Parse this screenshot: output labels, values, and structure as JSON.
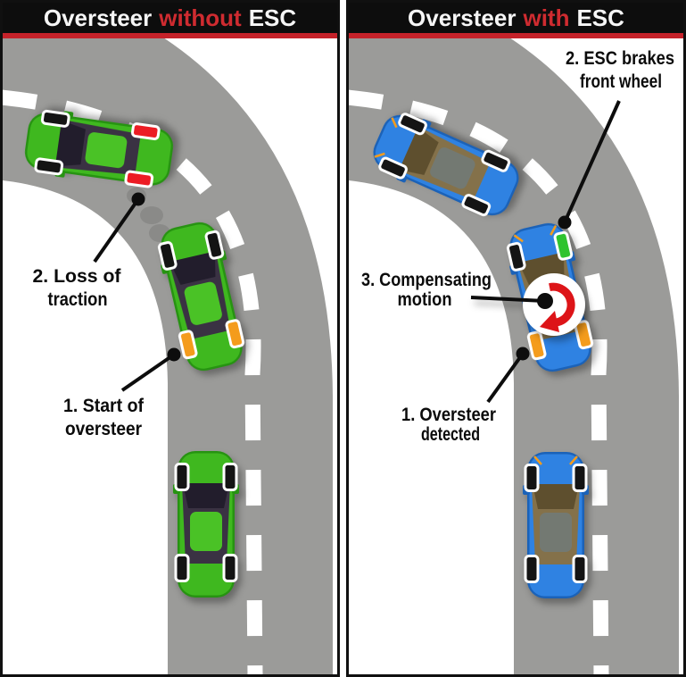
{
  "colors": {
    "header-bg": "#0d0d0d",
    "accent-red": "#c5222a",
    "title-red": "#cf2b30",
    "road-gray": "#9b9b99",
    "car-green": "#3fb81f",
    "car-blue": "#2f82e2",
    "wheel-black": "#141414",
    "wheel-orange": "#f49c1c",
    "wheel-red": "#ec1c24",
    "wheel-green": "#2fc32f",
    "esc-arrow-red": "#dd1418"
  },
  "left_panel": {
    "title": {
      "prefix": "Oversteer",
      "highlight": "without",
      "suffix": "ESC"
    },
    "labels": {
      "loss": {
        "line1": "2. Loss of",
        "line2": "traction"
      },
      "start": {
        "line1": "1. Start of",
        "line2": "oversteer"
      }
    }
  },
  "right_panel": {
    "title": {
      "prefix": "Oversteer",
      "highlight": "with",
      "suffix": "ESC"
    },
    "labels": {
      "esc": {
        "line1": "2. ESC brakes",
        "line2": "front wheel"
      },
      "comp": {
        "line1": "3. Compensating",
        "line2": "motion"
      },
      "detect": {
        "line1": "1. Oversteer",
        "line2": "detected"
      }
    }
  }
}
